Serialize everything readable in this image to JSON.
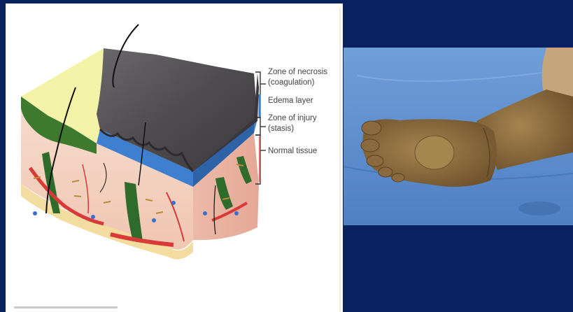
{
  "diagram": {
    "labels": {
      "necrosis_line1": "Zone of necrosis",
      "necrosis_line2": "(coagulation)",
      "edema": "Edema layer",
      "stasis_line1": "Zone of injury",
      "stasis_line2": "(stasis)",
      "normal": "Normal tissue"
    }
  },
  "colors": {
    "background": "#0a2160",
    "necrosis": "#5d5a5e",
    "unburned_surface": "#f2f3a6",
    "edema_layer": "#3f7fd0",
    "dermis": "#f5d2c2",
    "hair_follicle": "#2f6b2a",
    "blood_vessel": "#d83a3a",
    "photo_drape": "#5d8ed0",
    "skin_burned_foot": "#8a6a3e"
  }
}
